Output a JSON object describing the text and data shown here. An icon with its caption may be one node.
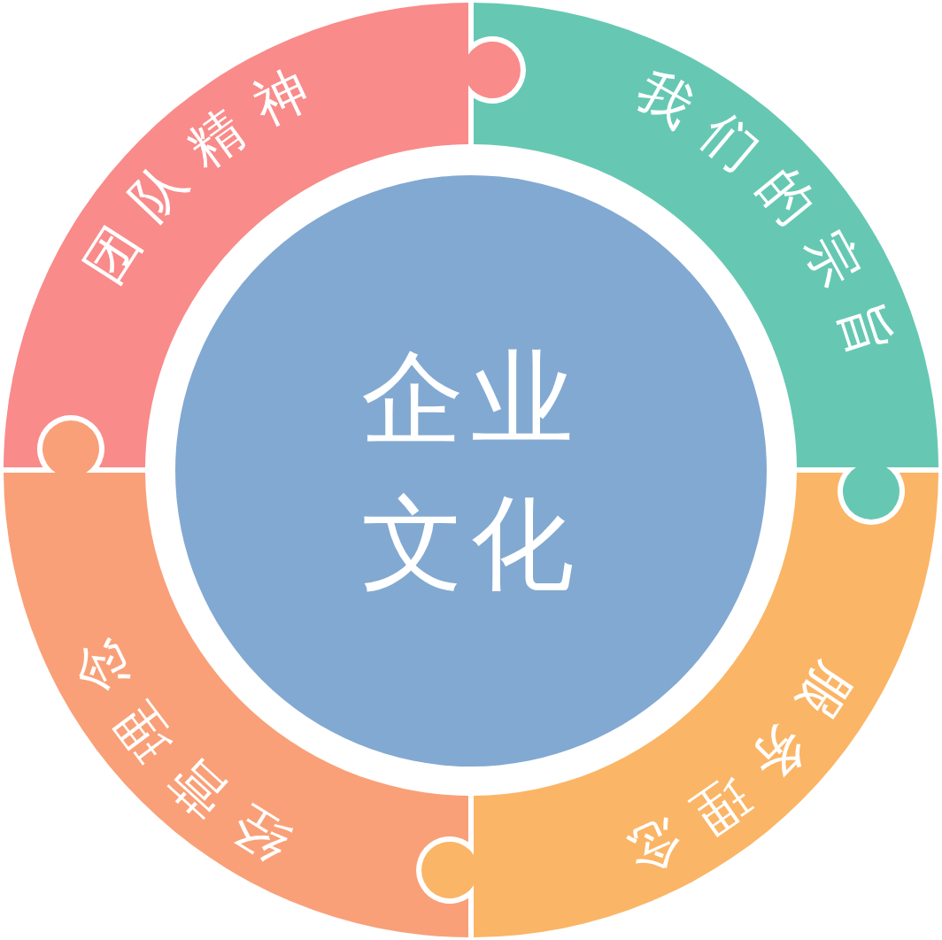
{
  "diagram": {
    "nodes": [
      {
        "text": [
          "团队精神"
        ]
      },
      {
        "text": [
          "我们的宗旨"
        ]
      },
      {
        "text": [
          "企业文化"
        ]
      },
      {
        "text": [
          "经营理念"
        ]
      },
      {
        "text": [
          "服务理念"
        ]
      }
    ]
  }
}
